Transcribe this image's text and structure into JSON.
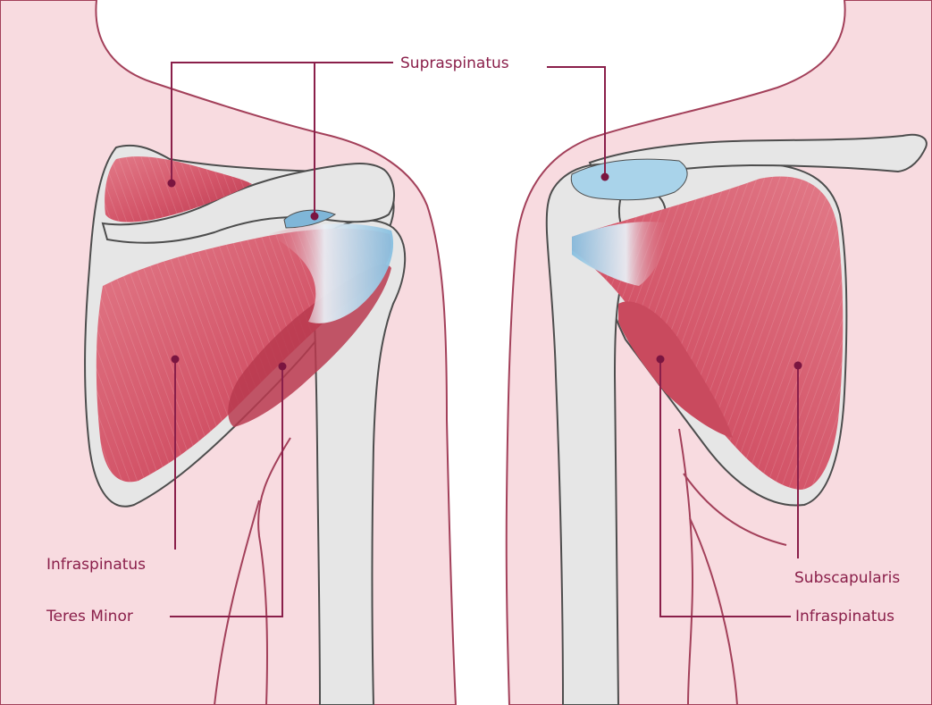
{
  "colors": {
    "skin": "#f8dbe0",
    "skin_outline": "#a3405a",
    "bone": "#e6e6e6",
    "bone_outline": "#4d4d4d",
    "muscle": "#d65a6e",
    "muscle_dark": "#b23a50",
    "tendon": "#a9d3ea",
    "label": "#8a1f4a",
    "leader": "#8a1f4a"
  },
  "views": {
    "left": {
      "labels": {
        "supraspinatus": "Supraspinatus",
        "infraspinatus": "Infraspinatus",
        "teres_minor": "Teres Minor"
      }
    },
    "right": {
      "labels": {
        "subscapularis": "Subscapularis",
        "infraspinatus": "Infraspinatus"
      }
    }
  }
}
